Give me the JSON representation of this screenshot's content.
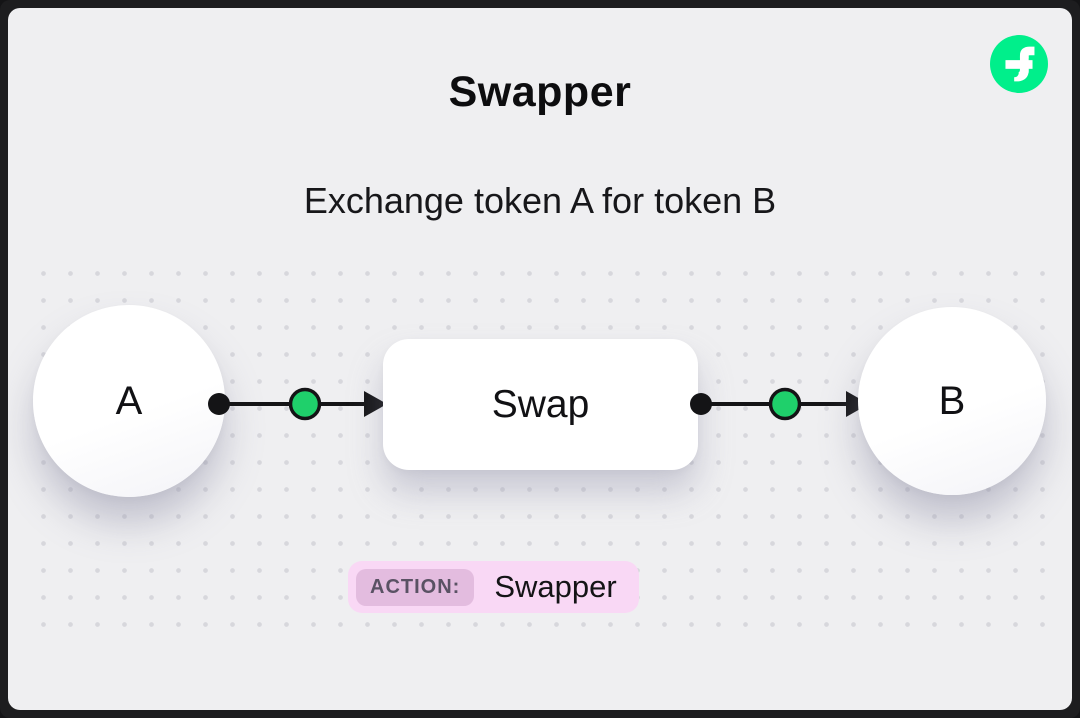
{
  "header": {
    "title": "Swapper",
    "subtitle": "Exchange token A for token B"
  },
  "diagram": {
    "input_node": {
      "label": "A"
    },
    "process_node": {
      "label": "Swap"
    },
    "output_node": {
      "label": "B"
    },
    "flow": "A -> Swap -> B"
  },
  "action_badge": {
    "label": "ACTION:",
    "value": "Swapper"
  },
  "icons": {
    "logo": "flow-logo-icon"
  },
  "colors": {
    "accent_green": "#00ef8b",
    "connector_green": "#1fd06b",
    "badge_bg": "#f9d8f5",
    "badge_label_bg": "#e3bcdf",
    "canvas_bg": "#efeff1",
    "frame_bg": "#1d1d1f"
  }
}
